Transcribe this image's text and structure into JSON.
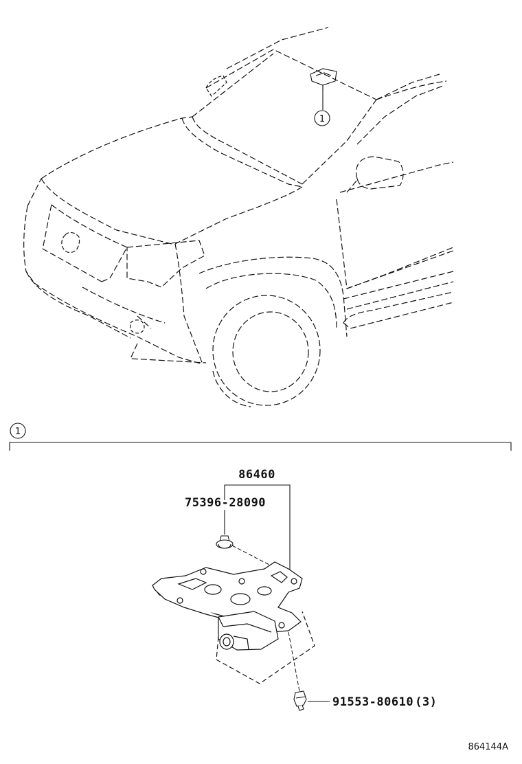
{
  "callouts": {
    "vehicle_ref": "1",
    "section_ref": "1"
  },
  "parts": {
    "assembly": "86460",
    "clip": "75396-28090",
    "bolt": "91553-80610",
    "bolt_qty": "(3)"
  },
  "diagram_code": "864144A",
  "colors": {
    "line": "#111111",
    "background": "#ffffff"
  }
}
